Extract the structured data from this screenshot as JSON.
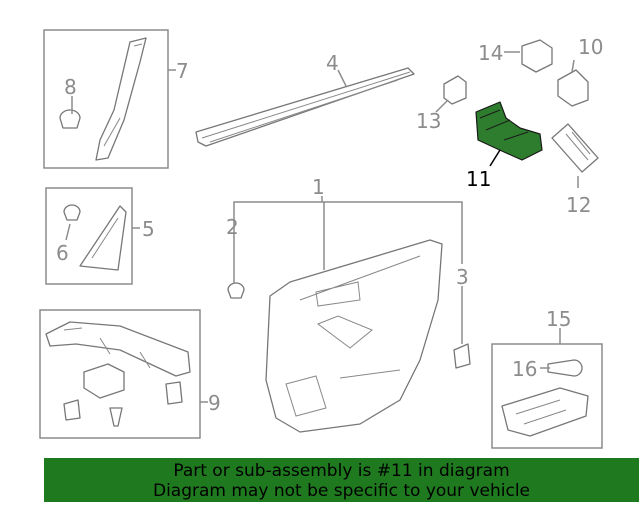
{
  "labels": {
    "p1": "1",
    "p2": "2",
    "p3": "3",
    "p4": "4",
    "p5": "5",
    "p6": "6",
    "p7": "7",
    "p8": "8",
    "p9": "9",
    "p10": "10",
    "p11": "11",
    "p12": "12",
    "p13": "13",
    "p14": "14",
    "p15": "15",
    "p16": "16"
  },
  "highlight": {
    "part": "11",
    "color": "#2e7d2e"
  },
  "banner": {
    "line1": "Part or sub-assembly is #11 in diagram",
    "line2": "Diagram may not be specific to your vehicle",
    "background": "#1f7a1f"
  }
}
